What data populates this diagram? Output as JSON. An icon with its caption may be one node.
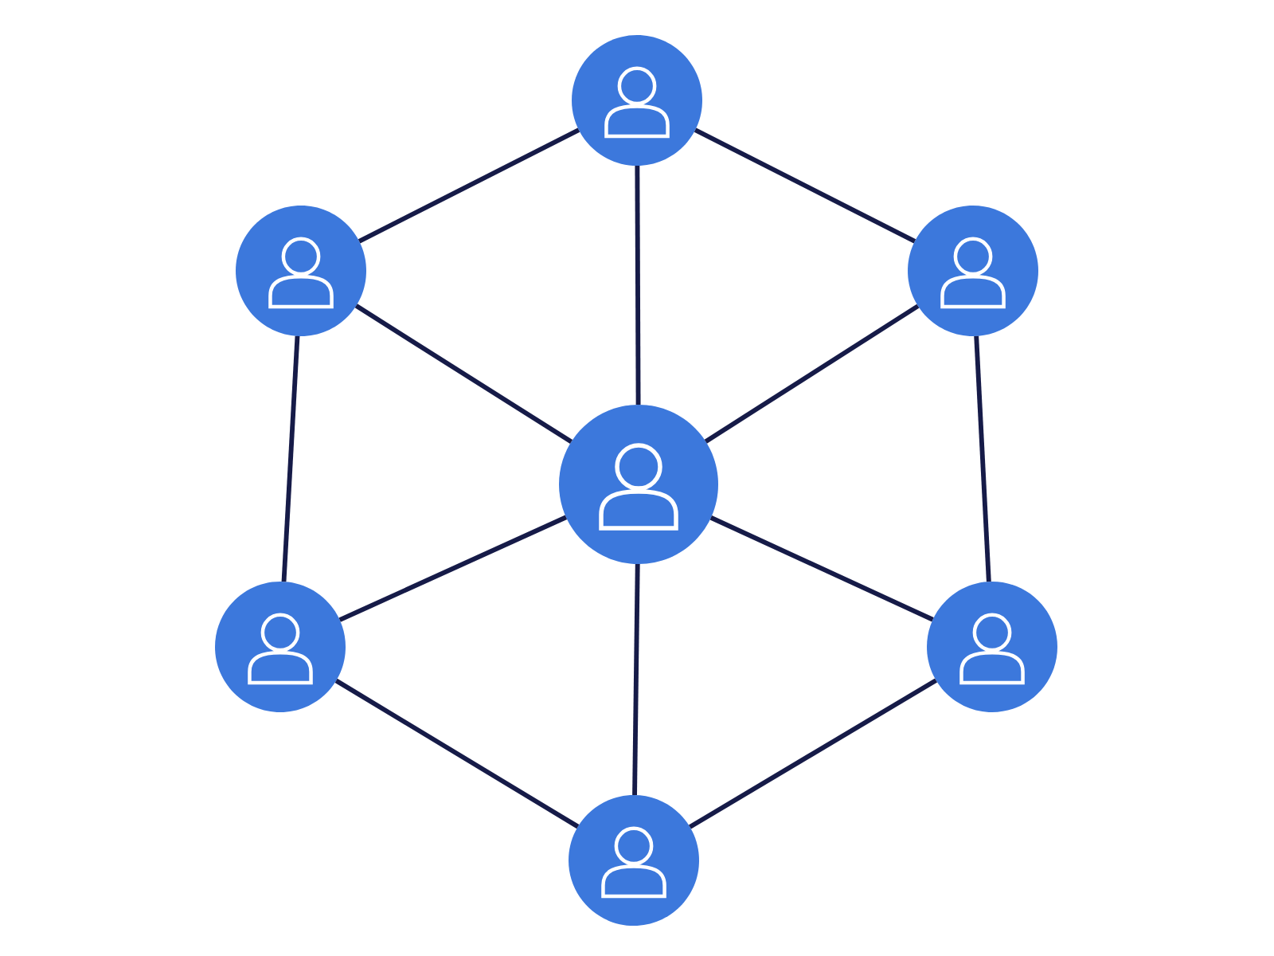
{
  "diagram": {
    "nodes": [
      {
        "text": [],
        "shape": "person"
      },
      {
        "text": [],
        "shape": "person"
      },
      {
        "text": [],
        "shape": "person"
      },
      {
        "text": [],
        "shape": "person"
      },
      {
        "text": [],
        "shape": "person"
      },
      {
        "text": [],
        "shape": "person"
      },
      {
        "text": [],
        "shape": "person"
      }
    ],
    "edges": [
      {
        "from": 0,
        "to": 1,
        "arrow": "none"
      },
      {
        "from": 0,
        "to": 2,
        "arrow": "none"
      },
      {
        "from": 0,
        "to": 3,
        "arrow": "none"
      },
      {
        "from": 1,
        "to": 3,
        "arrow": "none"
      },
      {
        "from": 2,
        "to": 3,
        "arrow": "none"
      },
      {
        "from": 1,
        "to": 4,
        "arrow": "none"
      },
      {
        "from": 2,
        "to": 5,
        "arrow": "none"
      },
      {
        "from": 3,
        "to": 4,
        "arrow": "none"
      },
      {
        "from": 3,
        "to": 5,
        "arrow": "none"
      },
      {
        "from": 4,
        "to": 6,
        "arrow": "none"
      },
      {
        "from": 5,
        "to": 6,
        "arrow": "none"
      },
      {
        "from": 3,
        "to": 6,
        "arrow": "none"
      }
    ]
  }
}
